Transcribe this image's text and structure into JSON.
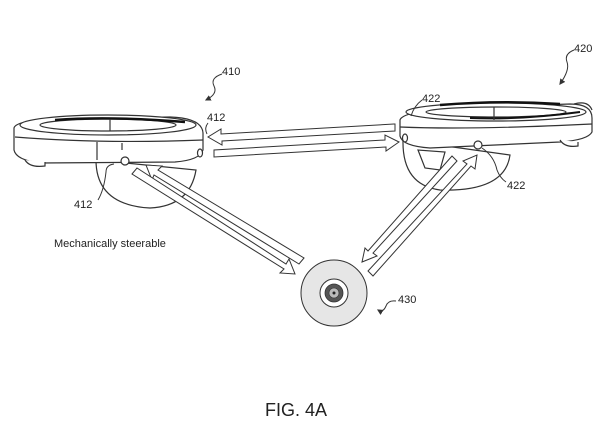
{
  "figure": {
    "caption": "FIG. 4A",
    "note": "Mechanically steerable"
  },
  "devices": [
    {
      "id": "headset-1",
      "ref": "410",
      "sensor_ref_top": "412",
      "sensor_ref_bottom": "412"
    },
    {
      "id": "headset-2",
      "ref": "420",
      "sensor_ref_top": "422",
      "sensor_ref_bottom": "422"
    }
  ],
  "beacon": {
    "ref": "430"
  },
  "links": [
    {
      "from": "410",
      "to": "420",
      "direction": "bidirectional"
    },
    {
      "from": "410",
      "to": "430",
      "direction": "bidirectional"
    },
    {
      "from": "420",
      "to": "430",
      "direction": "bidirectional"
    }
  ],
  "colors": {
    "line": "#333333",
    "fill": "#ffffff",
    "beacon_fill": "#e6e6e6",
    "beacon_core": "#555555"
  }
}
